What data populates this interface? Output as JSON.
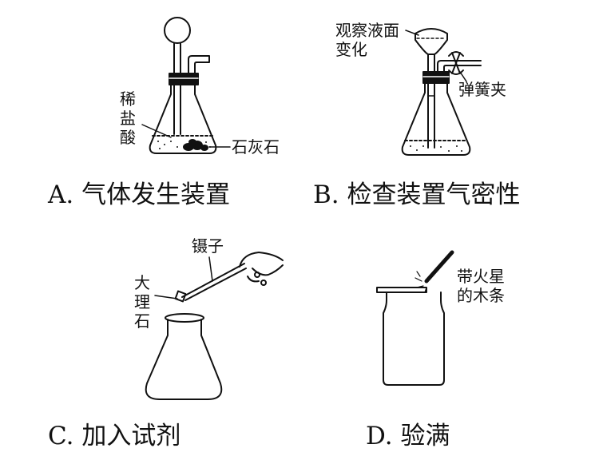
{
  "panels": {
    "a": {
      "caption": "A. 气体发生装置",
      "labels": {
        "acid": "稀盐酸",
        "limestone": "石灰石"
      }
    },
    "b": {
      "caption": "B. 检查装置气密性",
      "labels": {
        "observe": "观察液面变化",
        "clip": "弹簧夹"
      }
    },
    "c": {
      "caption": "C. 加入试剂",
      "labels": {
        "tweezers": "镊子",
        "marble": "大理石"
      }
    },
    "d": {
      "caption": "D. 验满",
      "labels": {
        "splint": "带火星的木条"
      }
    }
  },
  "colors": {
    "line": "#111111",
    "liquid": "#111111",
    "background": "#ffffff"
  }
}
